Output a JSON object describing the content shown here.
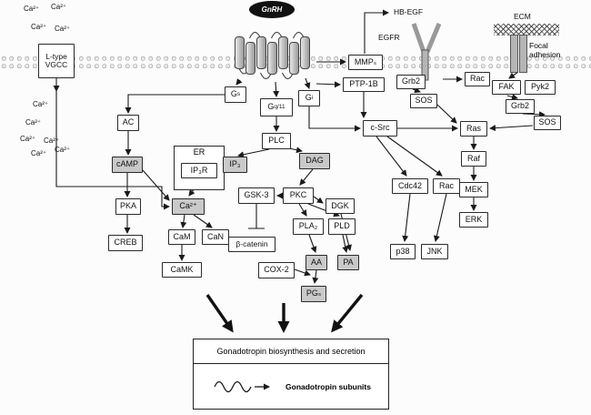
{
  "colors": {
    "shaded_box": "#c9c9c9",
    "membrane_bead": "#6a6a6a",
    "arrow": "#1a1a1a"
  },
  "labels": {
    "gnrh": "GnRH",
    "vgcc_line1": "L-type",
    "vgcc_line2": "VGCC",
    "ion": "Ca²⁺",
    "g_base": "G",
    "gs_sub": "s",
    "gq_sub": "q/11",
    "gi_sub": "i",
    "ac": "AC",
    "camp": "cAMP",
    "pka": "PKA",
    "creb": "CREB",
    "er": "ER",
    "ip3r": "IP₃R",
    "ip3": "IP₃",
    "ca": "Ca²⁺",
    "cam": "CaM",
    "can": "CaN",
    "camk": "CaMK",
    "plc": "PLC",
    "dag": "DAG",
    "gsk3": "GSK-3",
    "pkc": "PKC",
    "beta_catenin": "β-catenin",
    "pla2": "PLA₂",
    "pld": "PLD",
    "dgk": "DGK",
    "cox2": "COX-2",
    "aa": "AA",
    "pa": "PA",
    "pgs": "PGₛ",
    "mmps": "MMPₛ",
    "ptp1b": "PTP-1B",
    "hbegf": "HB-EGF",
    "egfr": "EGFR",
    "grb2": "Grb2",
    "sos": "SOS",
    "csrc": "c-Src",
    "cdc42": "Cdc42",
    "rac": "Rac",
    "p38": "p38",
    "jnk": "JNK",
    "fak": "FAK",
    "pyk2": "Pyk2",
    "ras": "Ras",
    "raf": "Raf",
    "mek": "MEK",
    "erk": "ERK",
    "ecm": "ECM",
    "focal_adhesion": "Focal adhesion",
    "output_box": "Gonadotropin biosynthesis and secretion",
    "subunits": "Gonadotropin subunits"
  }
}
